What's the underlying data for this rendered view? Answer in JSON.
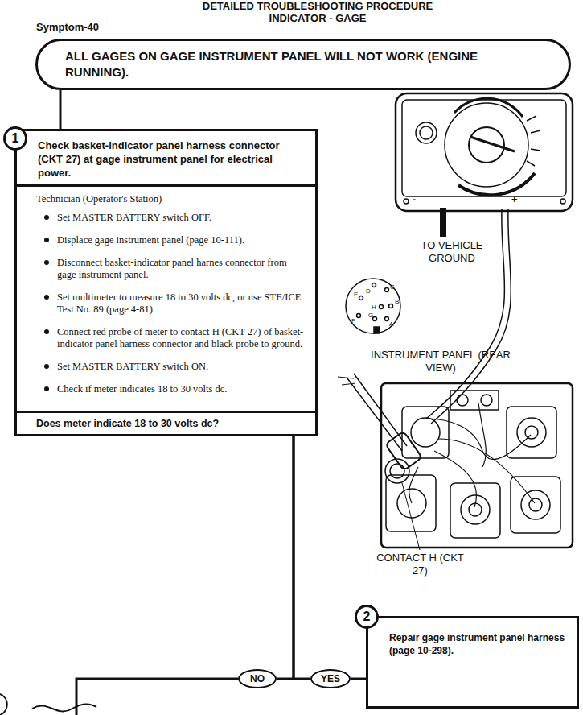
{
  "diagram": {
    "title": "DETAILED TROUBLESHOOTING PROCEDURE INDICATOR - GAGE",
    "nodes": [
      {
        "text": [
          "ALL GAGES ON GAGE INSTRUMENT PANEL WILL NOT WORK (ENGINE RUNNING)."
        ]
      },
      {
        "text": [
          "Check basket-indicator panel harness connector (CKT 27) at gage instrument panel for electrical power.",
          "Technician (Operator's Station)",
          "Set MASTER BATTERY switch OFF.",
          "Displace gage instrument panel (page 10-111).",
          "Disconnect basket-indicator panel harnes connector from gage instrument panel.",
          "Set multimeter to measure 18 to 30 volts dc, or use STE/ICE Test No. 89 (page 4-81).",
          "Connect red probe of meter to contact H (CKT 27) of basket-indicator panel harness connector and black probe to ground.",
          "Set MASTER BATTERY switch ON.",
          "Check if meter indicates 18 to 30 volts dc.",
          "Does meter indicate 18 to 30 volts dc?"
        ]
      },
      {
        "text": [
          "Repair gage instrument panel harness (page 10-298)."
        ]
      },
      {
        "text": [
          "NO"
        ]
      },
      {
        "text": [
          "YES"
        ]
      }
    ],
    "edges": [
      {
        "from": 0,
        "to": 1,
        "arrow": "none"
      },
      {
        "from": 1,
        "to": 3,
        "arrow": "none"
      },
      {
        "from": 1,
        "to": 4,
        "arrow": "none"
      },
      {
        "from": 4,
        "to": 2,
        "arrow": "none"
      }
    ],
    "labels": [
      "Symptom-40",
      "1",
      "2",
      "-",
      "+",
      "TO VEHICLE GROUND",
      "D",
      "C",
      "E",
      "H",
      "B",
      "F",
      "G",
      "A",
      "INSTRUMENT PANEL (REAR VIEW)",
      "CONTACT H (CKT 27)"
    ]
  }
}
